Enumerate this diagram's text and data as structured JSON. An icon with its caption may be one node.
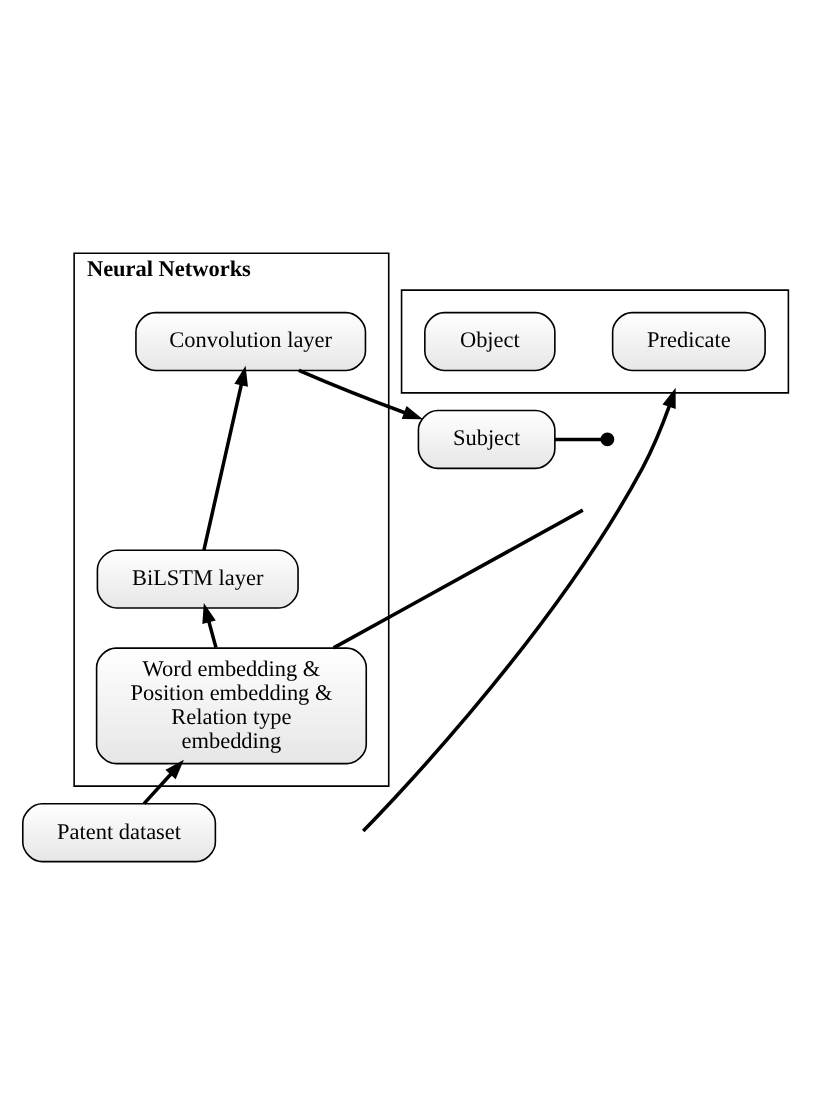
{
  "diagram": {
    "nodes": [
      {
        "text": [],
        "shape": "box"
      },
      {
        "text": [
          "Object"
        ],
        "in": 0
      },
      {
        "text": [
          "Predicate"
        ],
        "in": 0
      },
      {
        "text": [
          "Subject"
        ]
      },
      {
        "text": [
          "Neural Networks"
        ]
      },
      {
        "text": [
          "Convolution layer"
        ],
        "in": 4
      },
      {
        "text": [
          "BiLSTM layer"
        ],
        "in": 4
      },
      {
        "text": [
          "Word embedding & Position embedding & Relation type embedding"
        ],
        "in": 4
      },
      {
        "text": [
          "Patent dataset"
        ]
      }
    ],
    "edges": [
      {
        "from": 8,
        "to": 7,
        "arrow": "to"
      },
      {
        "from": 7,
        "to": 6,
        "arrow": "to"
      },
      {
        "from": 6,
        "to": 5,
        "arrow": "to"
      },
      {
        "from": 5,
        "to": 3,
        "arrow": "to"
      },
      {
        "from": null,
        "to": 0,
        "arrow": "to"
      },
      {
        "from": 3,
        "to": null,
        "arrow": "other"
      },
      {
        "from": 7,
        "to": null,
        "arrow": "none"
      }
    ]
  }
}
